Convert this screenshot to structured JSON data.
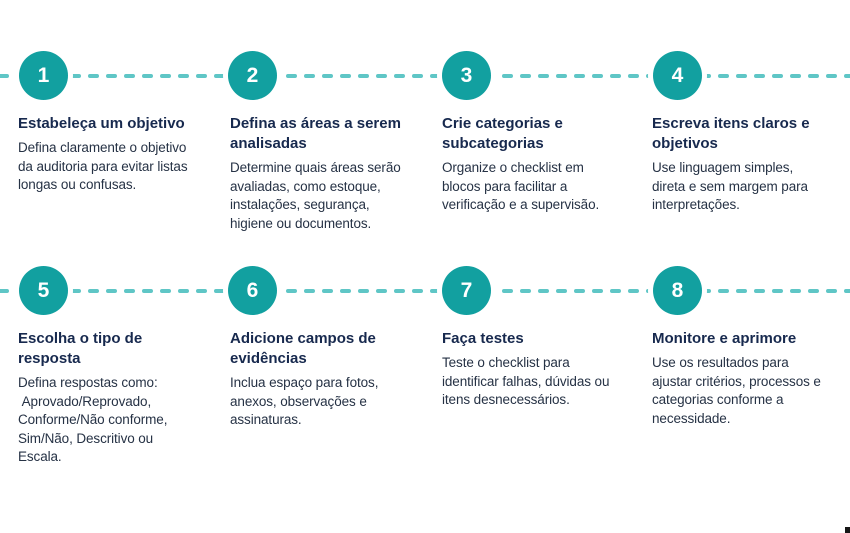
{
  "infographic": {
    "background_color": "#ffffff",
    "accent_color": "#12a0a0",
    "dash_color": "#5fc6c6",
    "title_color": "#17294e",
    "body_color": "#263245",
    "steps": [
      {
        "number": "1",
        "title": "Estabeleça um objetivo",
        "description": "Defina claramente o objetivo\nda auditoria para evitar listas\nlongas ou confusas."
      },
      {
        "number": "2",
        "title": "Defina as áreas a serem\nanalisadas",
        "description": "Determine quais áreas serão\navaliadas, como estoque,\ninstalações, segurança,\nhigiene ou documentos."
      },
      {
        "number": "3",
        "title": "Crie categorias e\nsubcategorias",
        "description": "Organize o checklist em\nblocos para facilitar a\nverificação e a supervisão."
      },
      {
        "number": "4",
        "title": "Escreva itens claros e\nobjetivos",
        "description": "Use linguagem simples,\ndireta e sem margem para\ninterpretações."
      },
      {
        "number": "5",
        "title": "Escolha o tipo de\nresposta",
        "description": "Defina respostas como:\n Aprovado/Reprovado,\nConforme/Não conforme,\nSim/Não, Descritivo ou\nEscala."
      },
      {
        "number": "6",
        "title": "Adicione campos de\nevidências",
        "description": "Inclua espaço para fotos,\nanexos, observações e\nassinaturas."
      },
      {
        "number": "7",
        "title": "Faça testes",
        "description": "Teste o checklist para\nidentificar falhas, dúvidas ou\nitens desnecessários."
      },
      {
        "number": "8",
        "title": "Monitore e aprimore",
        "description": "Use os resultados para\najustar critérios, processos e\ncategorias conforme a\nnecessidade."
      }
    ]
  }
}
